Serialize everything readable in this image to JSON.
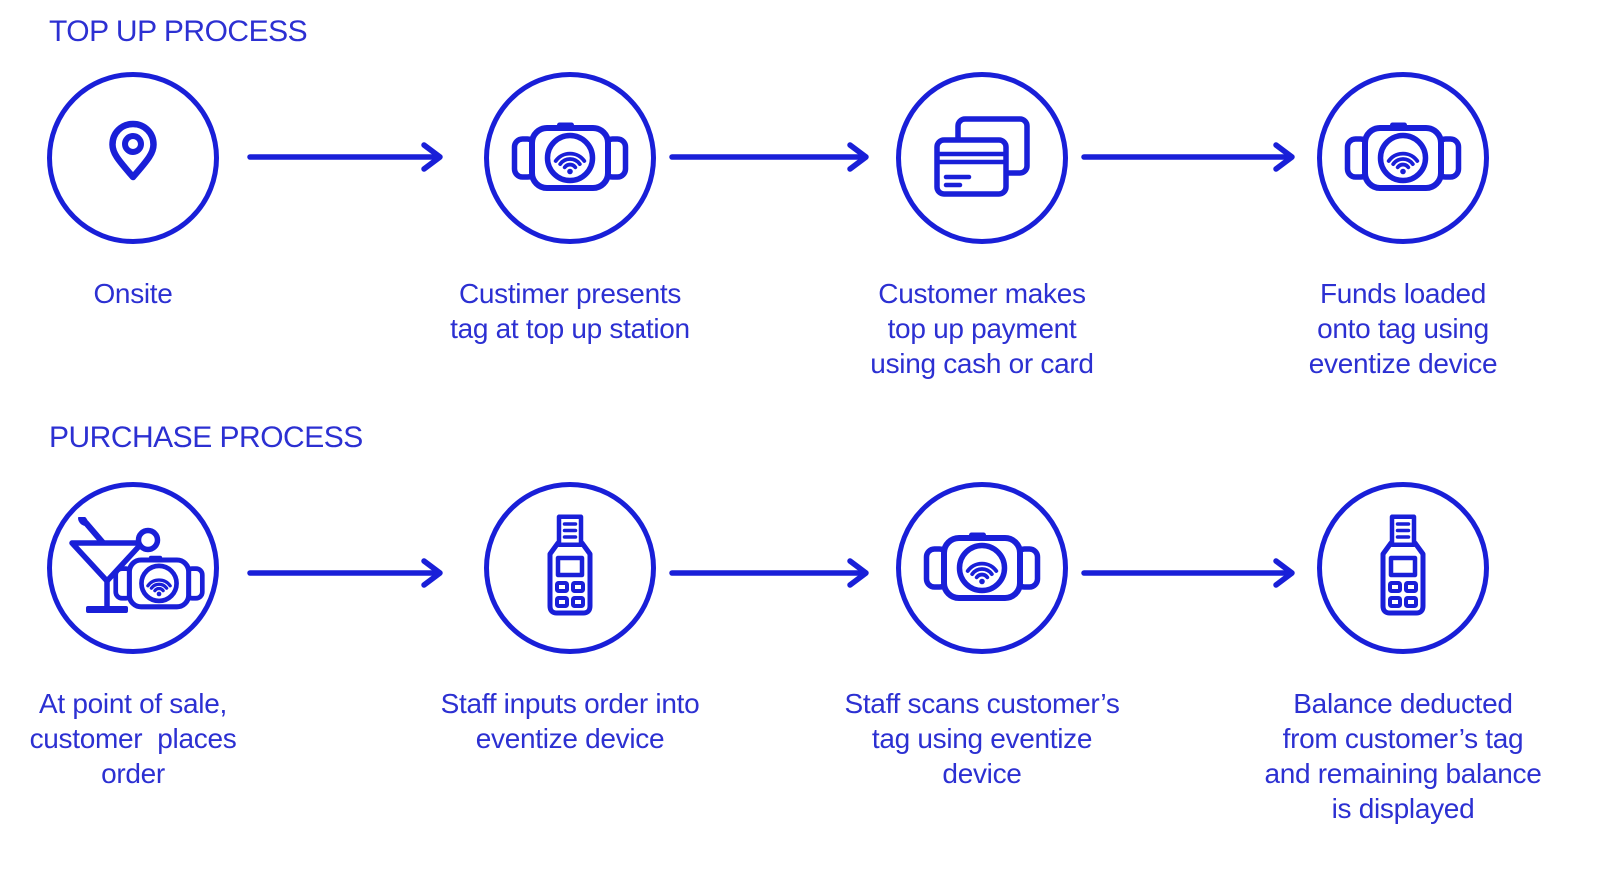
{
  "colors": {
    "ink": "#191fd8",
    "text": "#2c30d2",
    "background": "#ffffff"
  },
  "icons_legend": [
    "location-pin-icon",
    "nfc-wristband-icon",
    "credit-cards-icon",
    "cocktail-wristband-icon",
    "pos-terminal-icon",
    "right-arrow-icon"
  ],
  "sections": [
    {
      "title": "TOP UP PROCESS",
      "steps": [
        {
          "icon": "location-pin-icon",
          "caption_lines": [
            "Onsite"
          ]
        },
        {
          "icon": "nfc-wristband-icon",
          "caption_lines": [
            "Custimer presents",
            "tag at top up station"
          ]
        },
        {
          "icon": "credit-cards-icon",
          "caption_lines": [
            "Customer makes",
            "top up payment",
            "using cash or card"
          ]
        },
        {
          "icon": "nfc-wristband-icon",
          "caption_lines": [
            "Funds loaded",
            "onto tag using",
            "eventize device"
          ]
        }
      ]
    },
    {
      "title": "PURCHASE PROCESS",
      "steps": [
        {
          "icon": "cocktail-wristband-icon",
          "caption_lines": [
            "At point of sale,",
            "customer  places",
            "order"
          ]
        },
        {
          "icon": "pos-terminal-icon",
          "caption_lines": [
            "Staff inputs order into",
            "eventize device"
          ]
        },
        {
          "icon": "nfc-wristband-icon",
          "caption_lines": [
            "Staff scans customer’s",
            "tag using eventize",
            "device"
          ]
        },
        {
          "icon": "pos-terminal-icon",
          "caption_lines": [
            "Balance deducted",
            "from customer’s tag",
            "and remaining balance",
            "is displayed"
          ]
        }
      ]
    }
  ]
}
